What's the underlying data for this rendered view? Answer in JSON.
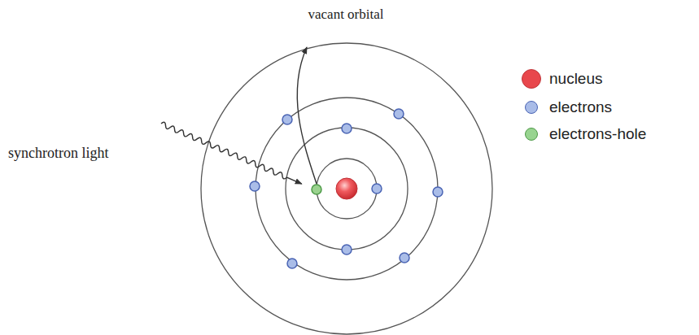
{
  "diagram": {
    "labels": [
      "vacant orbital",
      "synchrotron light"
    ],
    "legend": [
      {
        "text": "nucleus",
        "color": "#e8474c"
      },
      {
        "text": "electrons",
        "color": "#a9bce8"
      },
      {
        "text": "electrons-hole",
        "color": "#98d490"
      }
    ]
  }
}
